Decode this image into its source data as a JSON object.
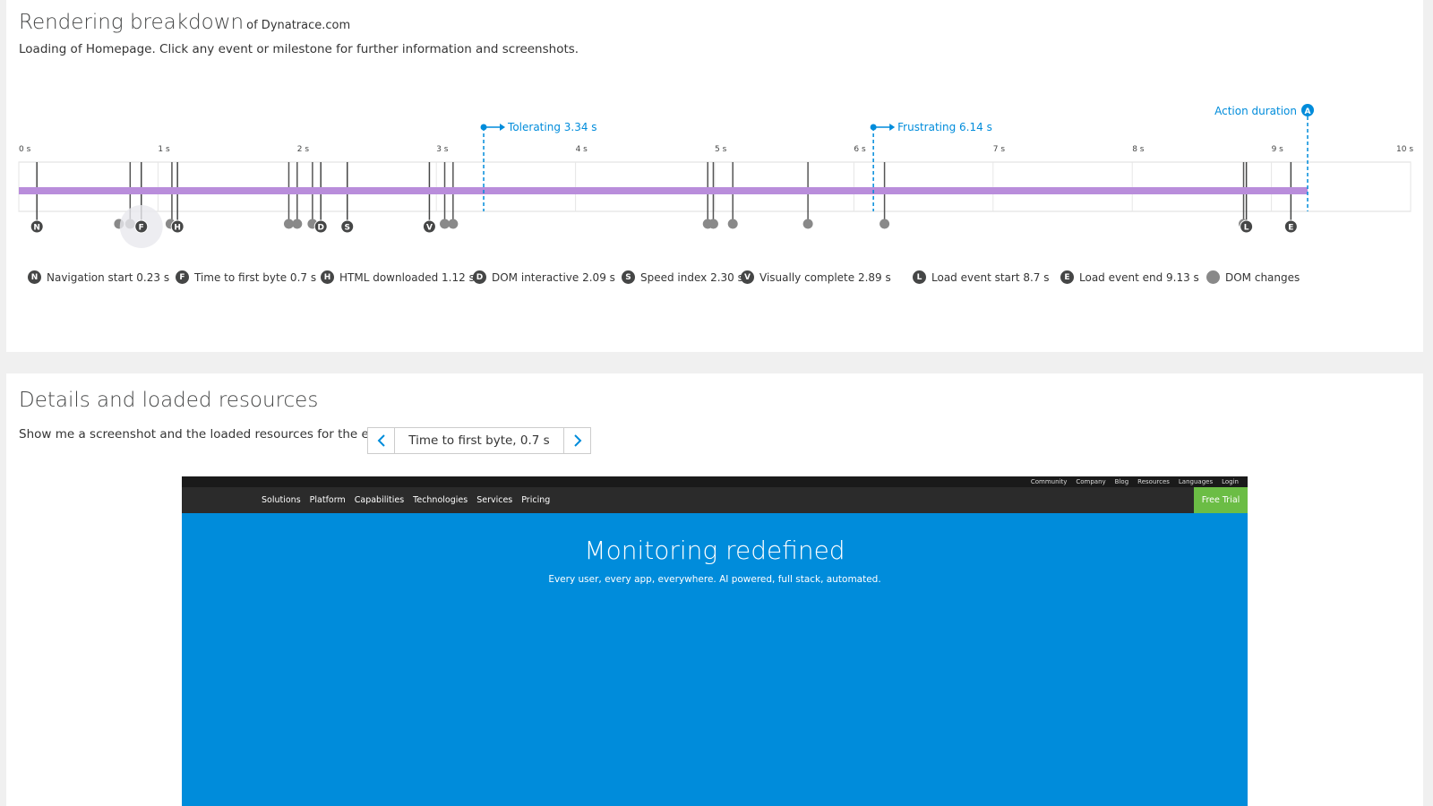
{
  "top_panel": {
    "title": "Rendering breakdown",
    "title_suffix": "of Dynatrace.com",
    "subtitle": "Loading of Homepage. Click any event or milestone for further information and screenshots."
  },
  "timeline": {
    "axis_max_s": 10,
    "ticks": [
      "0 s",
      "1 s",
      "2 s",
      "3 s",
      "4 s",
      "5 s",
      "6 s",
      "7 s",
      "8 s",
      "9 s",
      "10 s"
    ],
    "thresholds": [
      {
        "label": "Tolerating 3.34 s",
        "value": 3.34
      },
      {
        "label": "Frustrating 6.14 s",
        "value": 6.14
      }
    ],
    "action_duration": {
      "label": "Action duration",
      "badge": "A",
      "value": 9.26
    },
    "bar": {
      "start": 0.0,
      "end": 9.26,
      "color": "#b98ddb"
    },
    "milestones": [
      {
        "badge": "N",
        "value": 0.13
      },
      {
        "badge": "F",
        "value": 0.88
      },
      {
        "badge": "H",
        "value": 1.14
      },
      {
        "badge": "D",
        "value": 2.17
      },
      {
        "badge": "S",
        "value": 2.36
      },
      {
        "badge": "V",
        "value": 2.95
      },
      {
        "badge": "L",
        "value": 8.82
      },
      {
        "badge": "E",
        "value": 9.14
      }
    ],
    "dom_changes": [
      0.72,
      0.8,
      1.09,
      1.94,
      2.0,
      2.11,
      3.06,
      3.12,
      4.95,
      4.99,
      5.13,
      5.67,
      6.22,
      8.8
    ],
    "extra_lines": [
      0.8,
      1.1,
      1.94,
      2.0,
      2.11,
      3.06,
      3.12,
      4.95,
      4.99,
      5.13,
      5.67,
      6.22,
      8.8
    ]
  },
  "legend": [
    {
      "badge": "N",
      "label": "Navigation start 0.23 s"
    },
    {
      "badge": "F",
      "label": "Time to first byte 0.7 s"
    },
    {
      "badge": "H",
      "label": "HTML downloaded 1.12 s"
    },
    {
      "badge": "D",
      "label": "DOM interactive 2.09 s"
    },
    {
      "badge": "S",
      "label": "Speed index 2.30 s"
    },
    {
      "badge": "V",
      "label": "Visually complete 2.89 s"
    },
    {
      "badge": "L",
      "label": "Load event start 8.7 s"
    },
    {
      "badge": "E",
      "label": "Load event end 9.13 s"
    },
    {
      "badge": "",
      "label": "DOM changes"
    }
  ],
  "bottom_panel": {
    "title": "Details and loaded resources",
    "prompt": "Show me a screenshot and the loaded resources for the event",
    "selected_event": "Time to first byte, 0.7 s"
  },
  "screenshot": {
    "top_links": [
      "Community",
      "Company",
      "Blog",
      "Resources",
      "Languages",
      "Login"
    ],
    "nav_items": [
      "Solutions",
      "Platform",
      "Capabilities",
      "Technologies",
      "Services",
      "Pricing"
    ],
    "cta": "Free Trial",
    "headline": "Monitoring redefined",
    "tagline": "Every user, every app, everywhere. AI powered, full stack, automated."
  },
  "colors": {
    "accent": "#008cdb",
    "bar": "#b98ddb",
    "marker": "#454646",
    "dom_dot": "#898989",
    "cta": "#6bbd45"
  }
}
